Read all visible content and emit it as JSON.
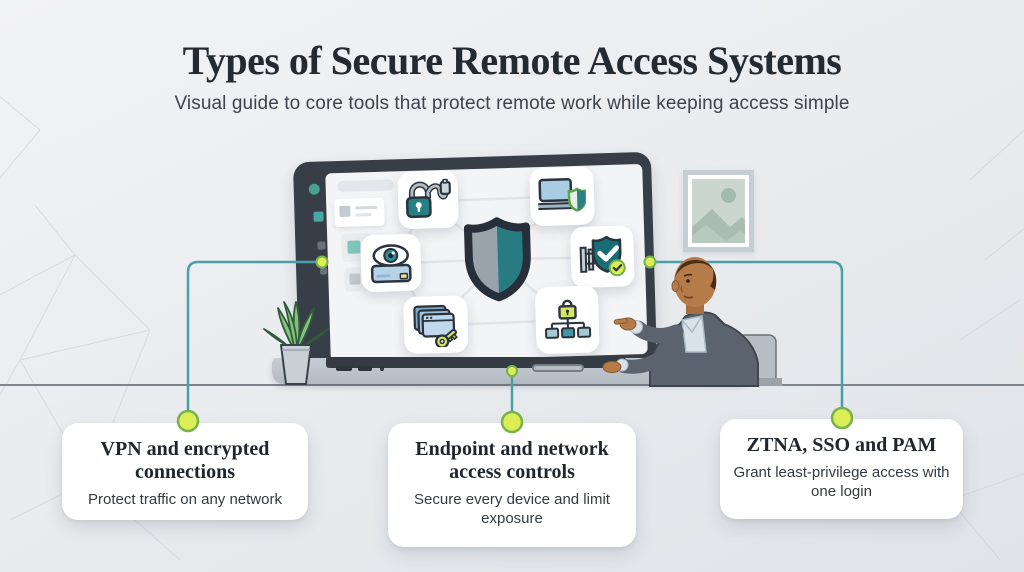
{
  "header": {
    "title": "Types of Secure Remote Access Systems",
    "subtitle": "Visual guide to core tools that protect remote work while keeping access simple"
  },
  "cards": [
    {
      "title": "VPN and encrypted connections",
      "desc": "Protect traffic on any network"
    },
    {
      "title": "Endpoint and network access controls",
      "desc": "Secure every device and limit exposure"
    },
    {
      "title": "ZTNA, SSO and PAM",
      "desc": "Grant least-privilege access with one login"
    }
  ],
  "scene": {
    "screen_icons": [
      "padlock-usb-cable-icon",
      "laptop-shield-icon",
      "eye-id-card-icon",
      "center-shield-icon",
      "gate-shield-check-icon",
      "window-stack-key-icon",
      "hierarchy-lock-icon"
    ],
    "decor": [
      "plant-illustration",
      "wall-frame",
      "person-illustration",
      "desk-line"
    ]
  },
  "colors": {
    "background": "#eaecef",
    "title_text": "#242a31",
    "subtitle_text": "#3d444c",
    "card_background": "#ffffff",
    "connector_line": "#4aa0a9",
    "node_fill": "#dbee55",
    "node_stroke": "#79b24c",
    "shield_teal": "#287b80",
    "shield_gray": "#9aa3ab",
    "shield_outline": "#272f3a",
    "laptop_body": "#373e47",
    "accent_green": "#d7e75e"
  }
}
